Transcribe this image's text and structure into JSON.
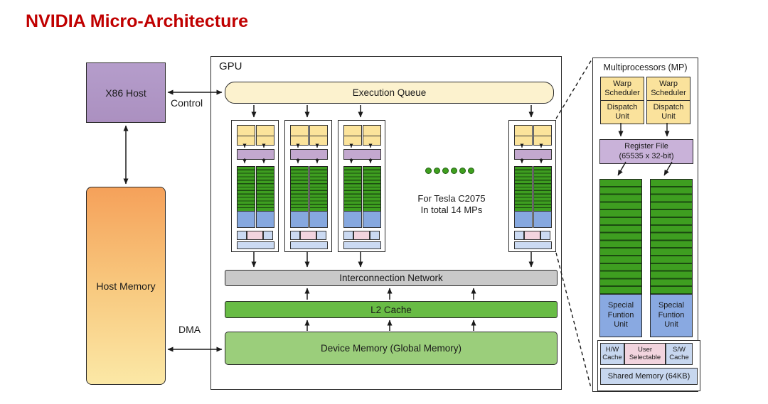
{
  "title": "NVIDIA Micro-Architecture",
  "host": {
    "x86_label": "X86 Host",
    "memory_label": "Host Memory",
    "control_label": "Control",
    "dma_label": "DMA"
  },
  "gpu": {
    "label": "GPU",
    "execution_queue": "Execution Queue",
    "interconnection_network": "Interconnection Network",
    "l2_cache": "L2 Cache",
    "device_memory": "Device Memory (Global Memory)",
    "mp_note_line1": "For Tesla C2075",
    "mp_note_line2": "In total 14 MPs"
  },
  "mp_detail": {
    "title": "Multiprocessors (MP)",
    "warp_scheduler": "Warp Scheduler",
    "dispatch_unit": "Dispatch Unit",
    "register_file_line1": "Register File",
    "register_file_line2": "(65535 x 32-bit)",
    "special_function_unit": "Special Funtion Unit",
    "hw_cache": "H/W Cache",
    "user_selectable": "User Selectable",
    "sw_cache": "S/W Cache",
    "shared_memory": "Shared Memory (64KB)"
  },
  "colors": {
    "title_red": "#C00000",
    "host_purple": "#B199C7",
    "host_memory_orange_top": "#F5A15A",
    "host_memory_yellow_bottom": "#FBE8A6",
    "queue_cream": "#FCF2CE",
    "scheduler_yellow": "#FBE39B",
    "register_purple": "#C3A8CF",
    "core_green": "#3E9E20",
    "sfu_blue": "#89A9E1",
    "cache_light_blue": "#CBDAF2",
    "user_selectable_pink": "#F2D4DE",
    "interconnect_gray": "#C9C9C9",
    "l2_green": "#68BC45",
    "device_memory_green": "#9BCE7B"
  }
}
